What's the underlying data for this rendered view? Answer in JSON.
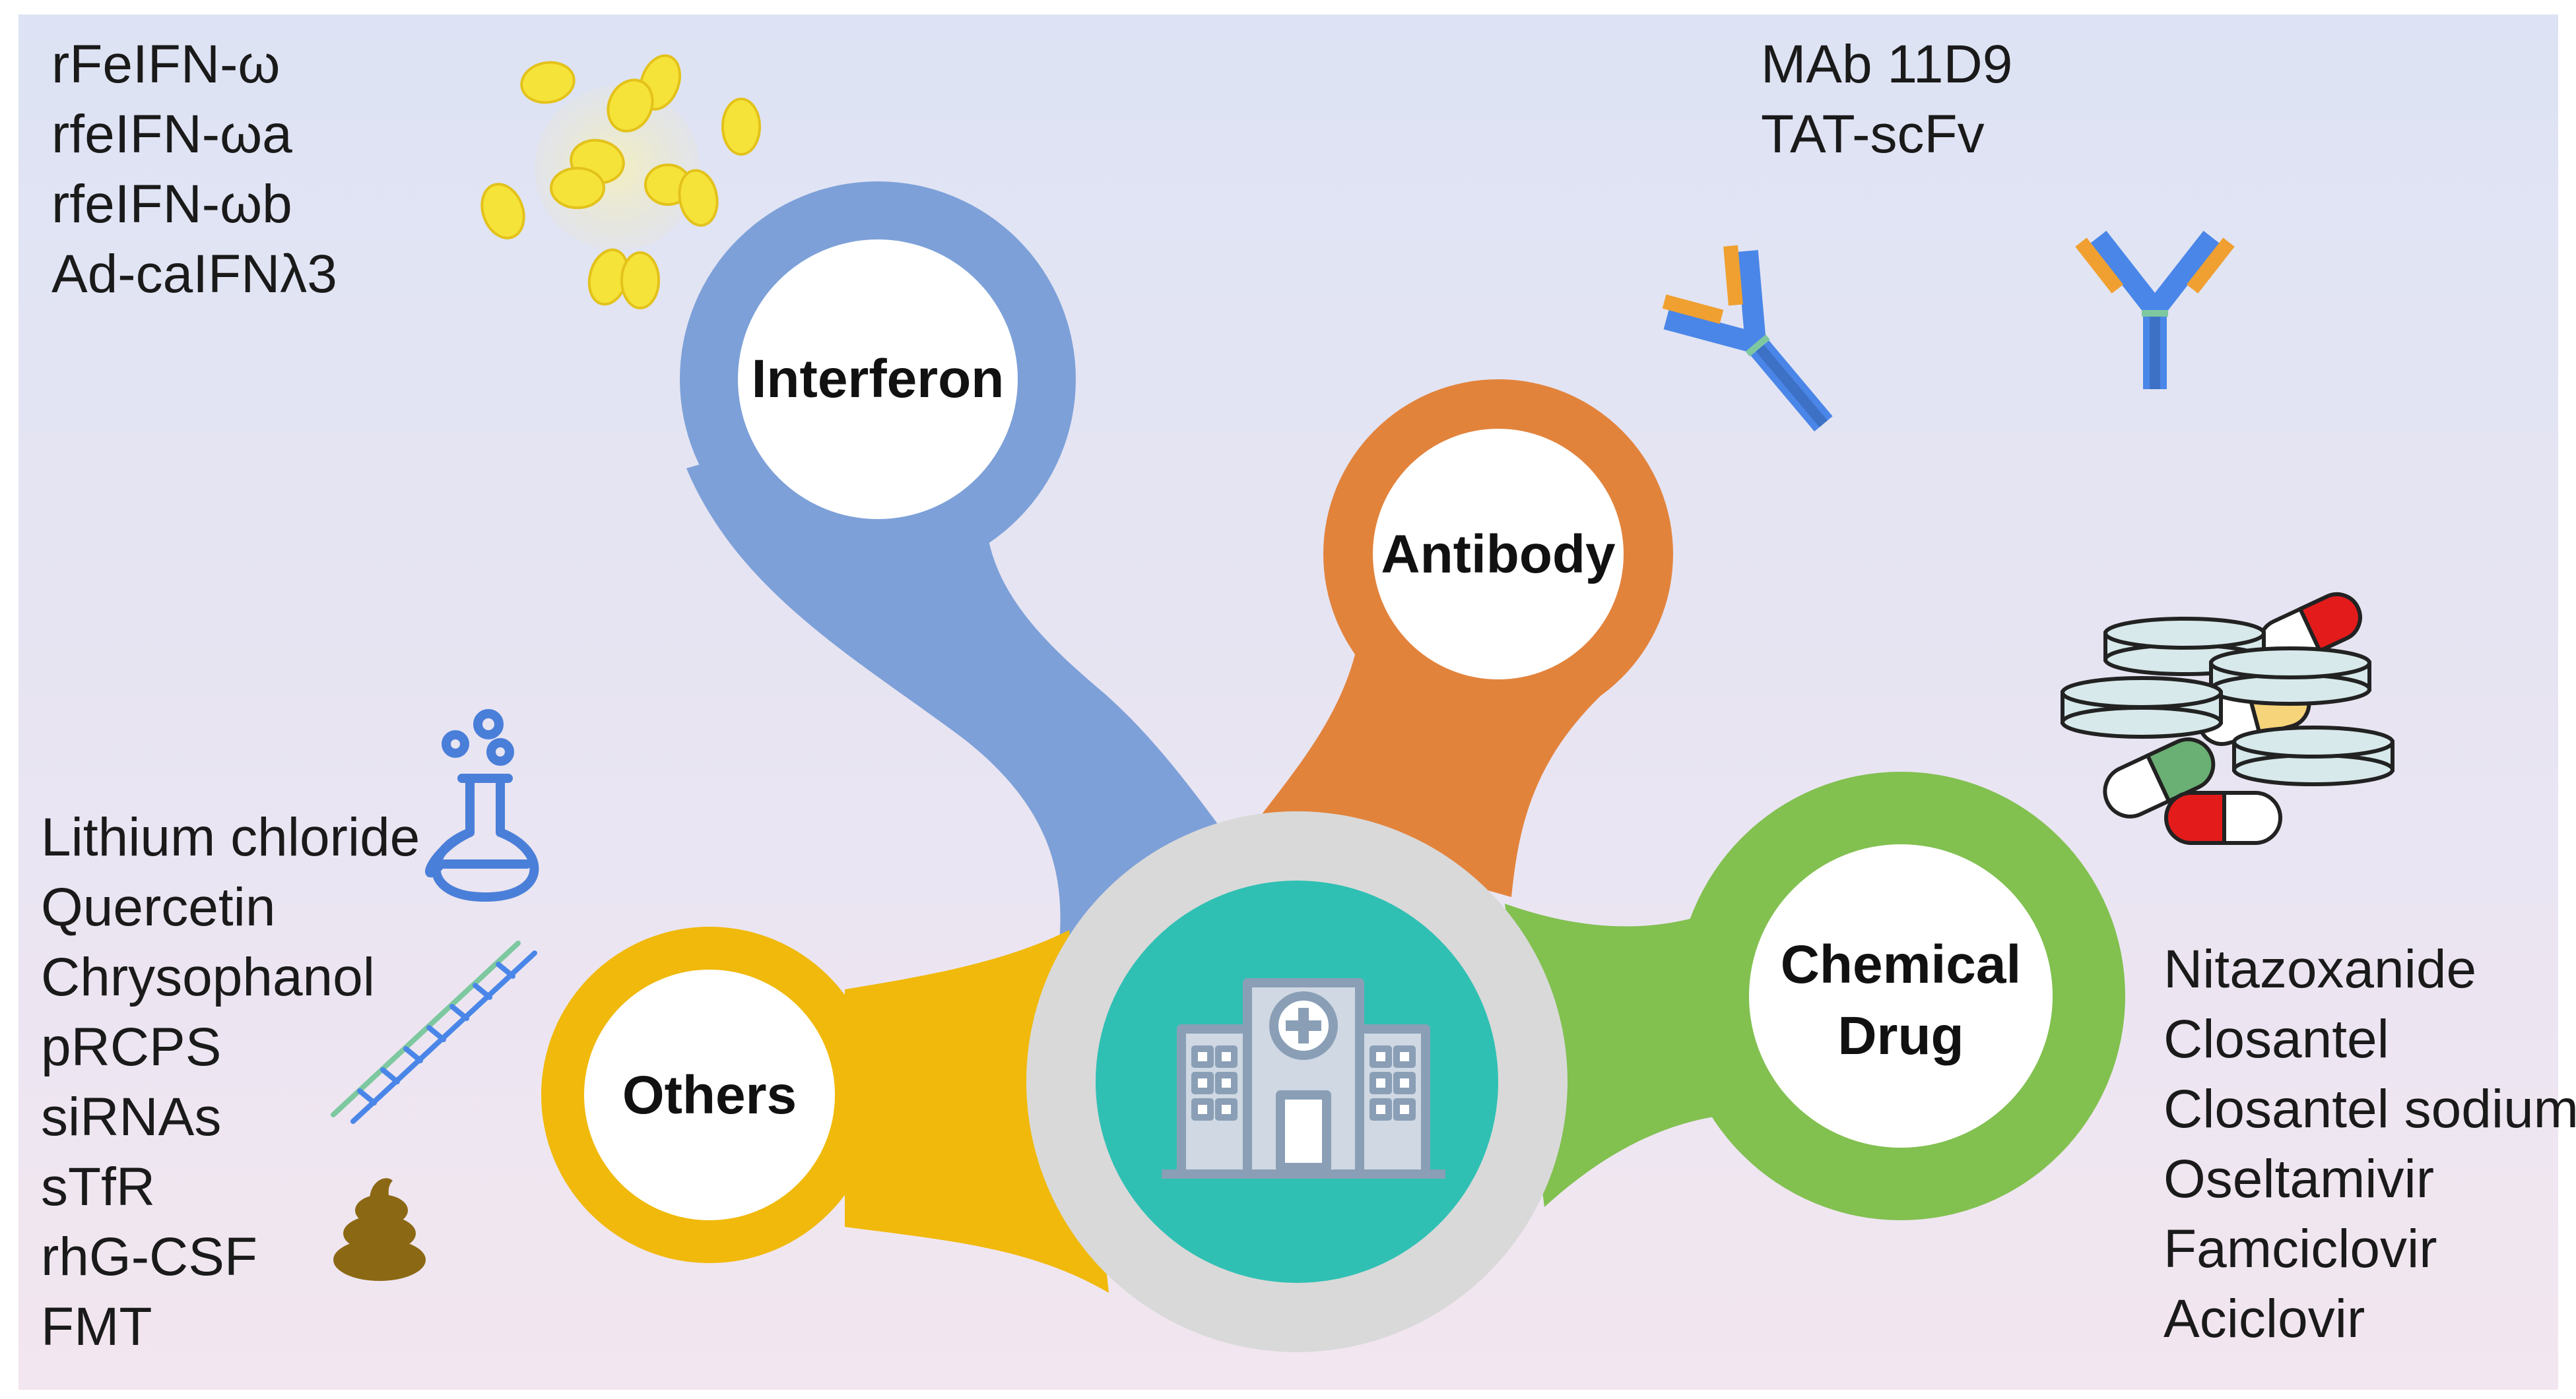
{
  "diagram": {
    "center": {
      "icon": "hospital-icon"
    },
    "hubs": [
      {
        "id": "interferon",
        "label": "Interferon",
        "color": "#7da0d8"
      },
      {
        "id": "antibody",
        "label": "Antibody",
        "color": "#e2833c"
      },
      {
        "id": "chemical",
        "label_lines": [
          "Chemical",
          "Drug"
        ],
        "color": "#82c050"
      },
      {
        "id": "others",
        "label": "Others",
        "color": "#f0b90b"
      }
    ],
    "lists": {
      "interferon": [
        "rFeIFN-ω",
        "rfeIFN-ωa",
        "rfeIFN-ωb",
        "Ad-caIFNλ3"
      ],
      "antibody": [
        "MAb 11D9",
        "TAT-scFv"
      ],
      "others": [
        "Lithium chloride",
        "Quercetin",
        "Chrysophanol",
        "pRCPS",
        "siRNAs",
        "sTfR",
        "rhG-CSF",
        "FMT"
      ],
      "chemical": [
        "Nitazoxanide",
        "Closantel",
        "Closantel sodium",
        "Oseltamivir",
        "Famciclovir",
        "Aciclovir"
      ]
    },
    "icons": [
      "yeast-cells-icon",
      "antibody-icon",
      "flask-icon",
      "dna-icon",
      "stool-icon",
      "pills-icon"
    ],
    "colors": {
      "background_top": "#dde3f4",
      "background_bottom": "#f2e6f0",
      "center_ring": "#d9d9d9",
      "center_fill": "#2fc0b3",
      "building": "#8a9fb6"
    }
  }
}
